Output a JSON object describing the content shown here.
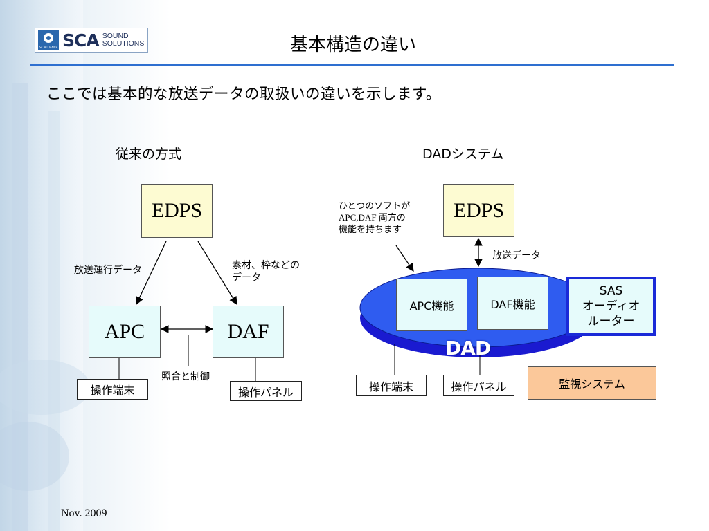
{
  "logo": {
    "brand": "SCA",
    "sub1": "SOUND",
    "sub2": "SOLUTIONS",
    "mark_text": "SC ALLIANCE"
  },
  "title": "基本構造の違い",
  "subtitle": "ここでは基本的な放送データの取扱いの違いを示します。",
  "left": {
    "heading": "従来の方式",
    "edps": "EDPS",
    "apc": "APC",
    "daf": "DAF",
    "label_ops_data": "放送運行データ",
    "label_material": "素材、枠などの",
    "label_material2": "データ",
    "label_check": "照合と制御",
    "terminal": "操作端末",
    "panel": "操作パネル"
  },
  "right": {
    "heading": "DADシステム",
    "note": [
      "ひとつのソフトが",
      "APC,DAF 両方の",
      "機能を持ちます"
    ],
    "edps": "EDPS",
    "label_data": "放送データ",
    "apc_func": "APC機能",
    "daf_func": "DAF機能",
    "sas": [
      "SAS",
      "オーディオ",
      "ルーター"
    ],
    "dad": "DAD",
    "terminal": "操作端末",
    "panel": "操作パネル",
    "monitor": "監視システム"
  },
  "footer": "Nov. 2009",
  "colors": {
    "accent": "#2e6fd0",
    "disk_top": "#2f5cf0",
    "disk_side": "#1a1ad0",
    "edps_fill": "#fdfbd2",
    "box_fill": "#e6fbfb",
    "monitor_fill": "#fbc89a"
  }
}
